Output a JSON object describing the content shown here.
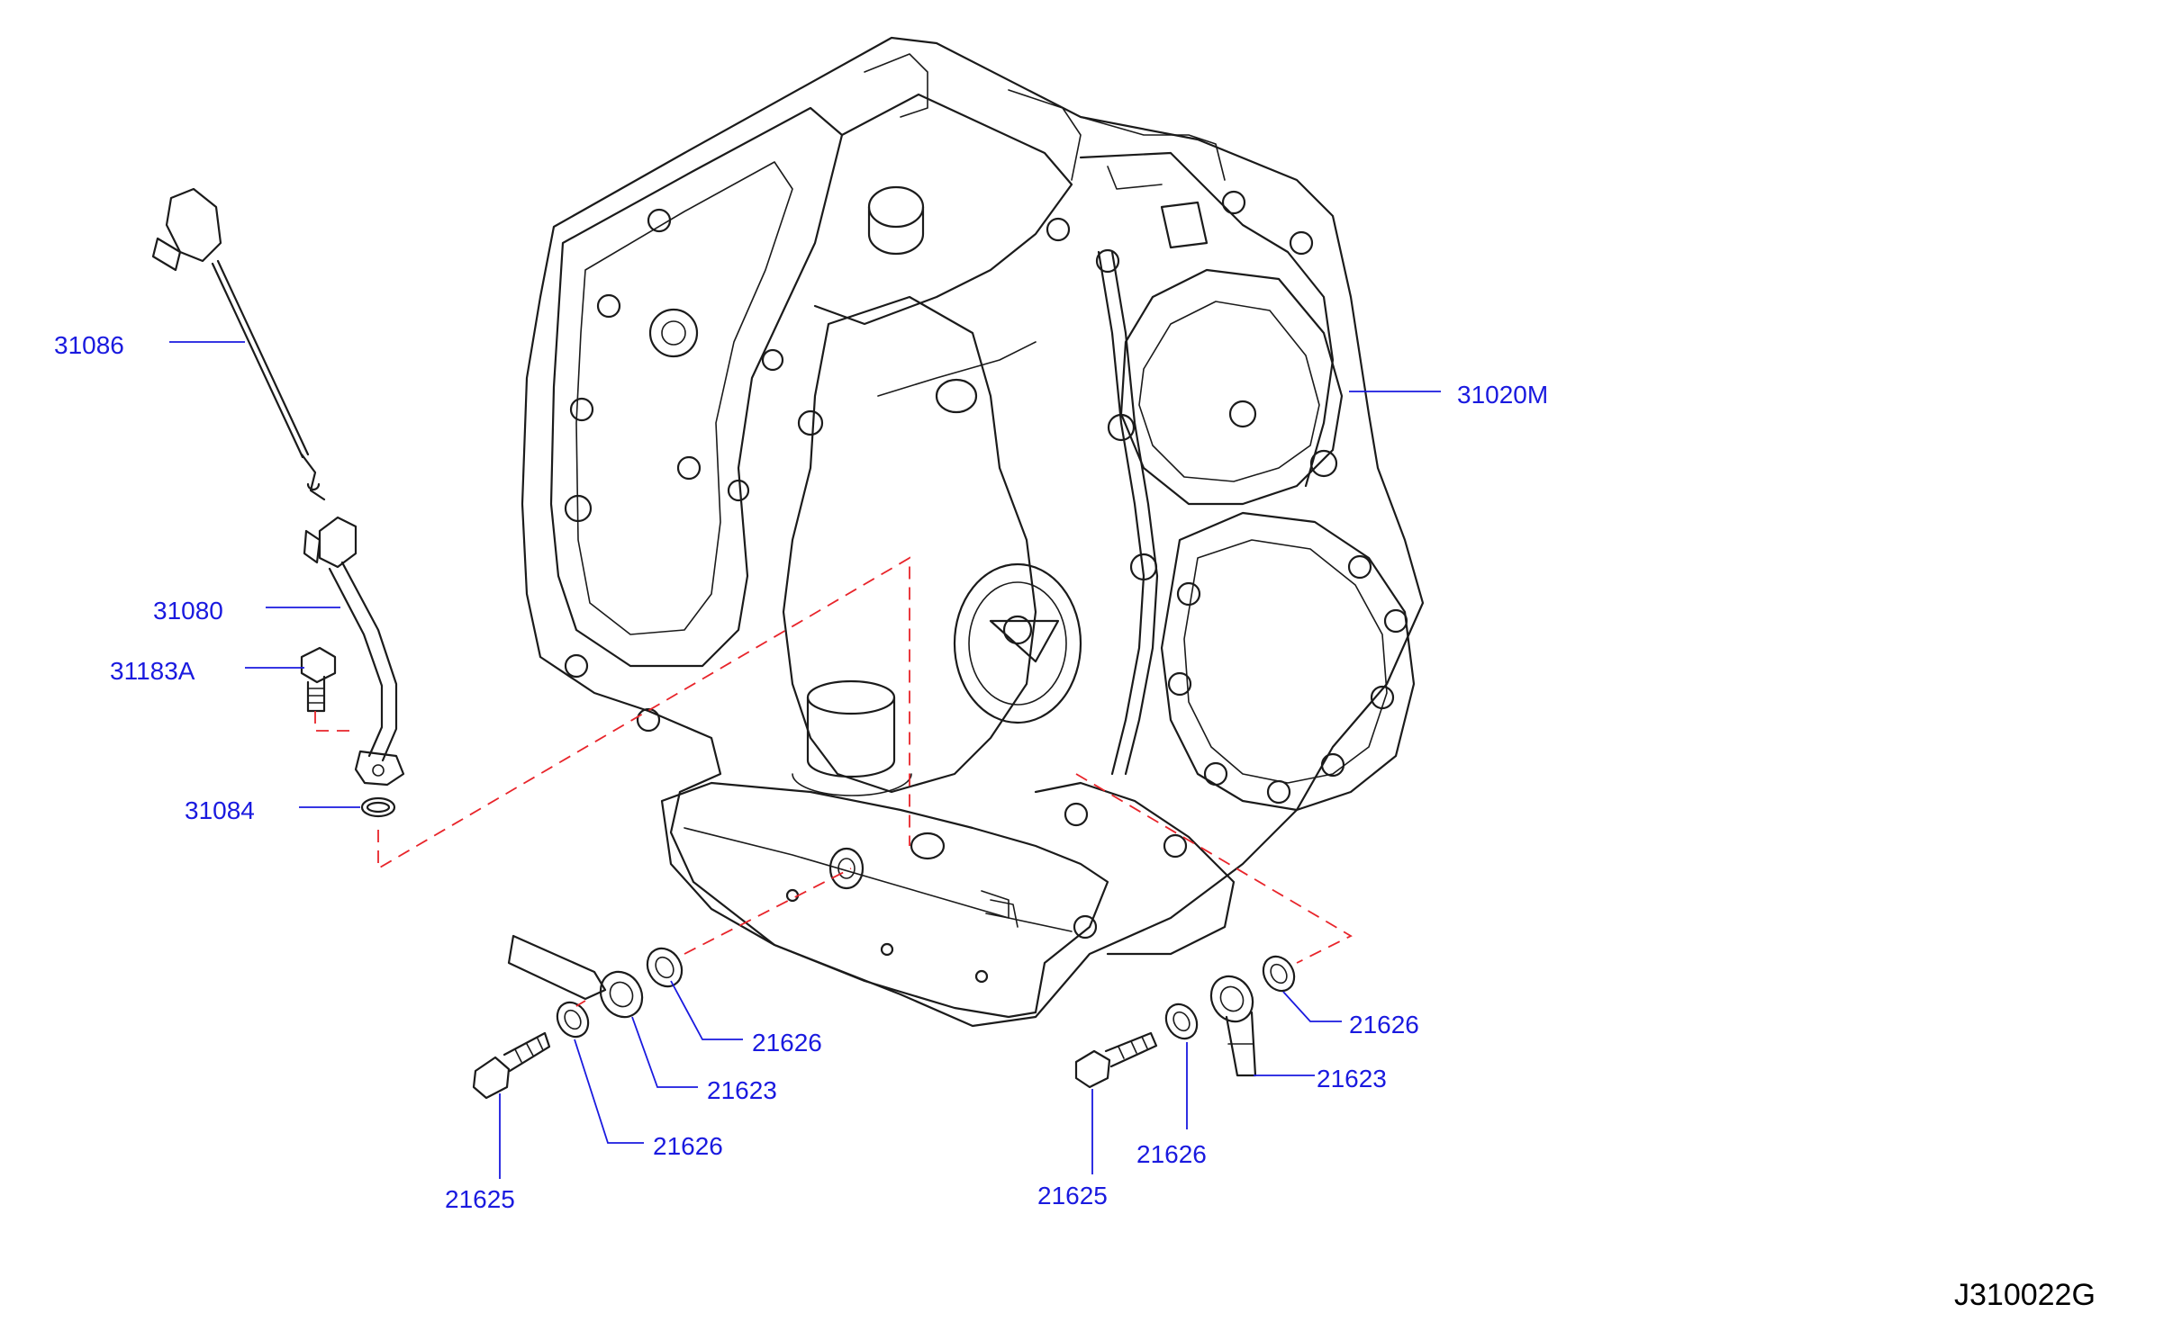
{
  "diagram": {
    "colors": {
      "callout": "#1a1adf",
      "line_art": "#1b1b1b",
      "alignment_dash": "#e8242a"
    },
    "callouts": [
      {
        "id": "c-31086",
        "text": "31086"
      },
      {
        "id": "c-31020M",
        "text": "31020M"
      },
      {
        "id": "c-31080",
        "text": "31080"
      },
      {
        "id": "c-31183A",
        "text": "31183A"
      },
      {
        "id": "c-31084",
        "text": "31084"
      },
      {
        "id": "c-21626-a",
        "text": "21626"
      },
      {
        "id": "c-21623-a",
        "text": "21623"
      },
      {
        "id": "c-21626-b",
        "text": "21626"
      },
      {
        "id": "c-21625-a",
        "text": "21625"
      },
      {
        "id": "c-21626-c",
        "text": "21626"
      },
      {
        "id": "c-21623-b",
        "text": "21623"
      },
      {
        "id": "c-21626-d",
        "text": "21626"
      },
      {
        "id": "c-21625-b",
        "text": "21625"
      }
    ],
    "drawing_code": "J310022G"
  }
}
